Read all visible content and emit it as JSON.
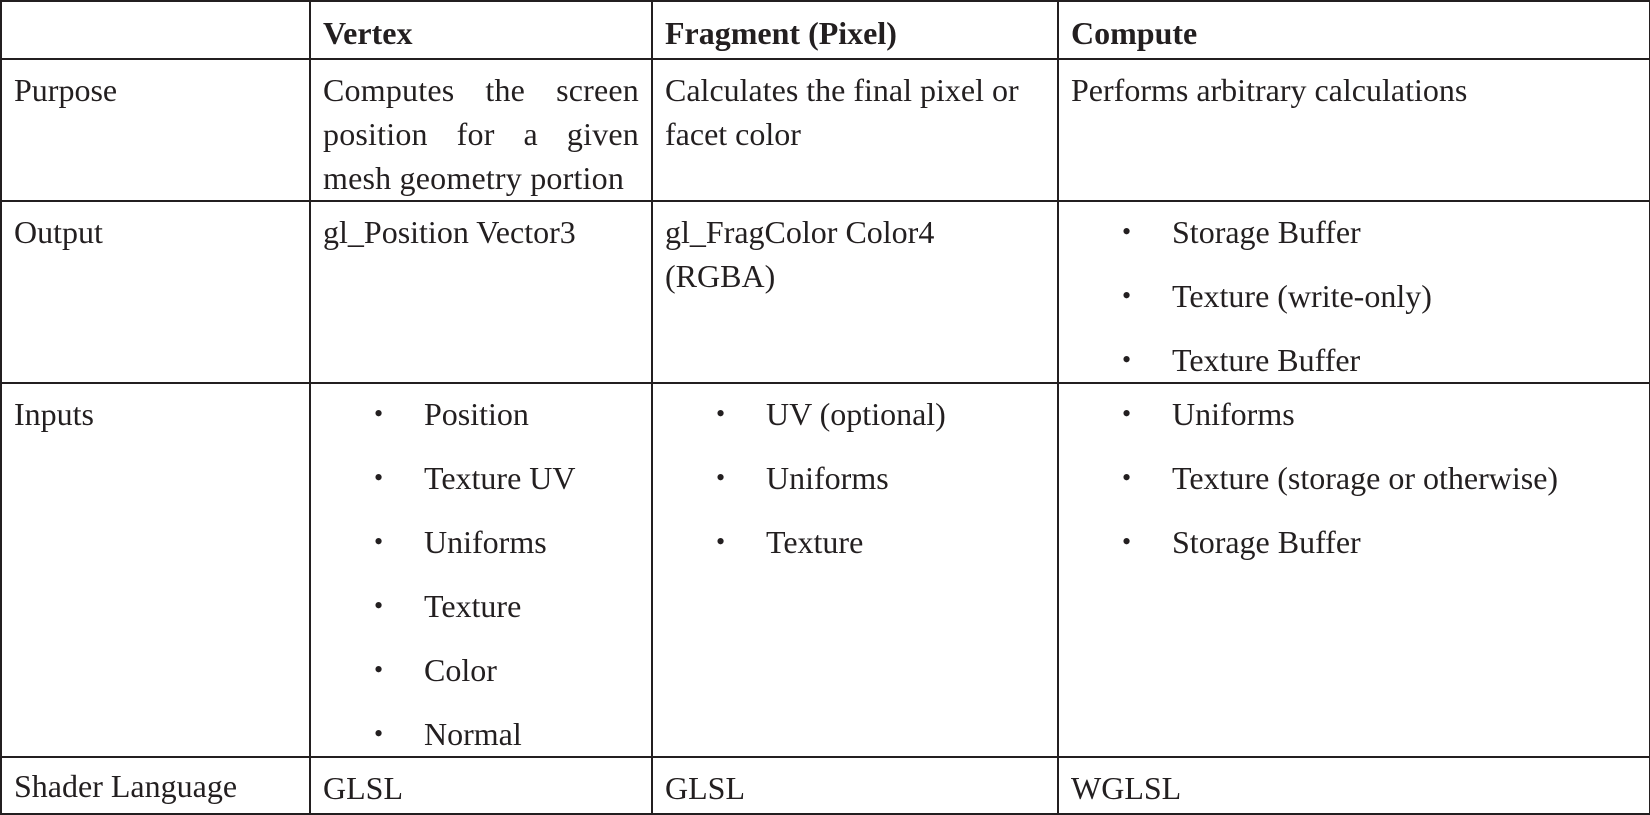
{
  "columns": [
    "",
    "Vertex",
    "Fragment (Pixel)",
    "Compute"
  ],
  "rows": {
    "purpose": {
      "label": "Purpose",
      "vertex": "Computes the screen position for a given mesh geometry portion",
      "fragment": "Calculates the final pixel or facet color",
      "compute": "Performs arbitrary calculations"
    },
    "output": {
      "label": "Output",
      "vertex": "gl_Position Vector3",
      "fragment": "gl_FragColor Color4 (RGBA)",
      "compute": [
        "Storage Buffer",
        "Texture (write-only)",
        "Texture Buffer"
      ]
    },
    "inputs": {
      "label": "Inputs",
      "vertex": [
        "Position",
        "Texture UV",
        "Uniforms",
        "Texture",
        "Color",
        "Normal"
      ],
      "fragment": [
        "UV (optional)",
        "Uniforms",
        "Texture"
      ],
      "compute": [
        "Uniforms",
        "Texture (storage or otherwise)",
        "Storage Buffer"
      ]
    },
    "language": {
      "label": "Shader Language",
      "vertex": "GLSL",
      "fragment": "GLSL",
      "compute": "WGLSL"
    }
  }
}
